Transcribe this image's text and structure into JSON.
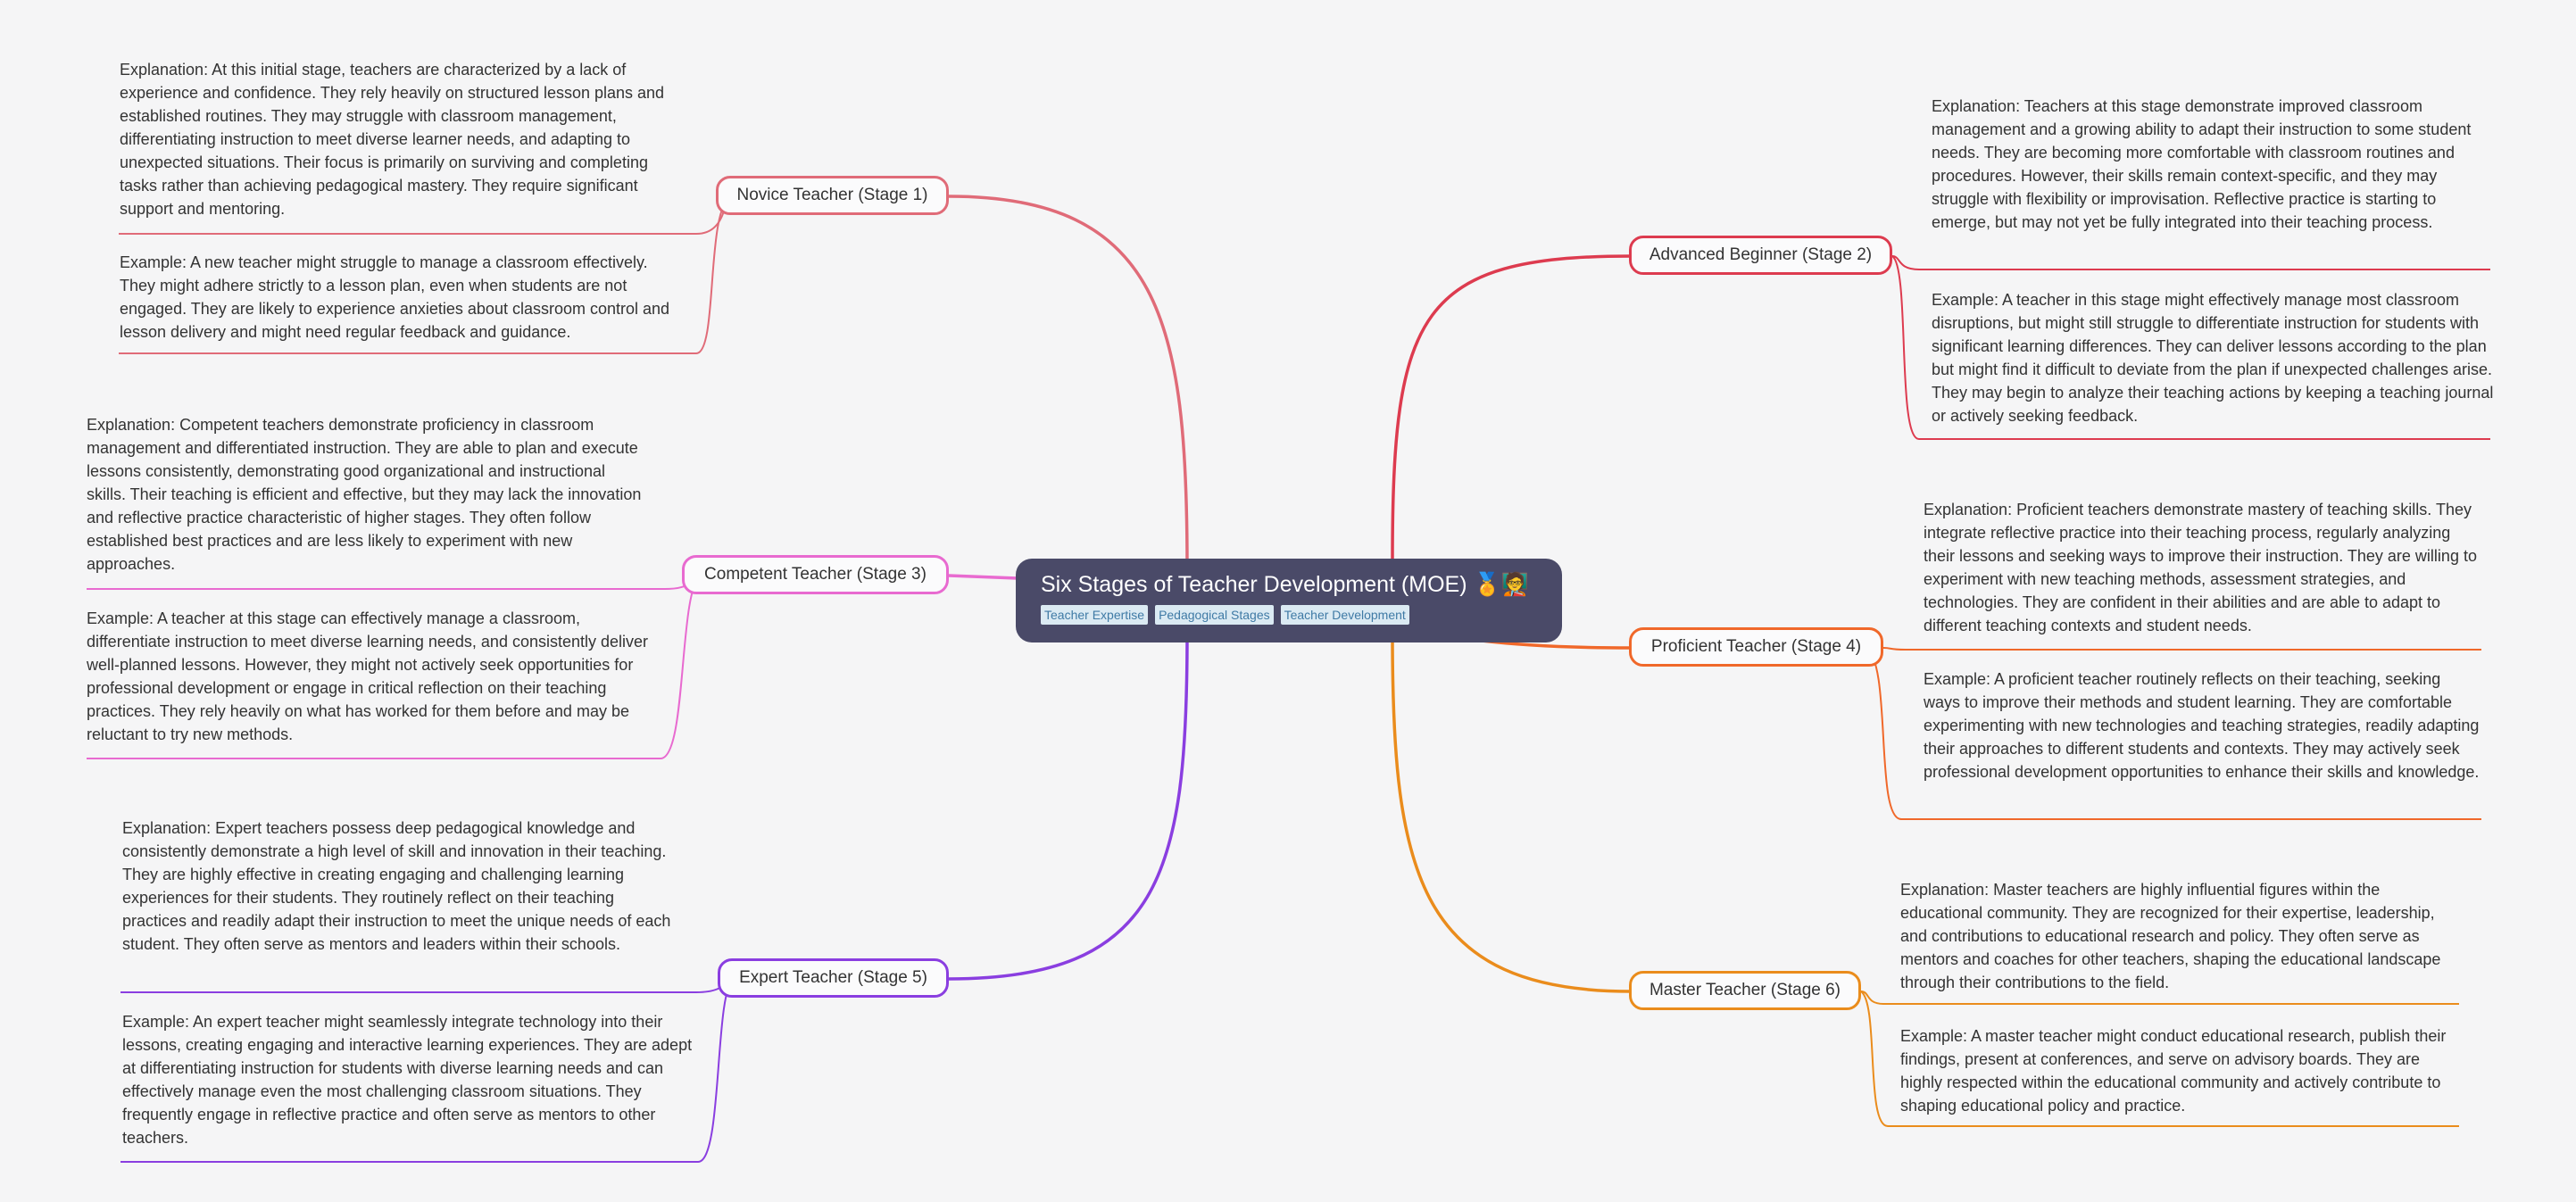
{
  "central": {
    "title": "Six Stages of Teacher Development (MOE) 🏅🧑‍🏫",
    "tags": [
      "Teacher Expertise",
      "Pedagogical Stages",
      "Teacher Development"
    ]
  },
  "stages": [
    {
      "label": "Novice Teacher (Stage 1)",
      "color": "#e06b78",
      "explanation": "Explanation: At this initial stage, teachers are characterized by a lack of experience and confidence.  They rely heavily on structured lesson plans and established routines.  They may struggle with classroom management, differentiating instruction to meet diverse learner needs, and adapting to unexpected situations.  Their focus is primarily on surviving and completing tasks rather than achieving pedagogical mastery.  They require significant support and mentoring.",
      "example": "Example: A new teacher might struggle to manage a classroom effectively.  They might adhere strictly to a lesson plan, even when students are not engaged. They are likely to experience anxieties about classroom control and lesson delivery and might need regular feedback and guidance."
    },
    {
      "label": "Advanced Beginner (Stage 2)",
      "color": "#dd3b4f",
      "explanation": "Explanation: Teachers at this stage demonstrate improved classroom management and a growing ability to adapt their instruction to some student needs. They are becoming more comfortable with classroom routines and procedures. However, their skills remain context-specific, and they may struggle with flexibility or improvisation. Reflective practice is starting to emerge, but may not yet be fully integrated into their teaching process.",
      "example": "Example: A teacher in this stage might effectively manage most classroom disruptions, but might still struggle to differentiate instruction for students with significant learning differences.  They can deliver lessons according to the plan but might find it difficult to deviate from the plan if unexpected challenges arise. They may begin to analyze their teaching actions by keeping a teaching journal or actively seeking feedback."
    },
    {
      "label": "Competent Teacher (Stage 3)",
      "color": "#e86ad0",
      "explanation": "Explanation:  Competent teachers demonstrate proficiency in classroom management and differentiated instruction. They are able to plan and execute lessons consistently, demonstrating good organizational and instructional skills.  Their teaching is efficient and effective, but they may lack the innovation and reflective practice characteristic of higher stages.  They often follow established best practices and are less likely to experiment with new approaches.",
      "example": "Example: A teacher at this stage can effectively manage a classroom, differentiate instruction to meet diverse learning needs, and consistently deliver well-planned lessons.  However, they might not actively seek opportunities for professional development or engage in critical reflection on their teaching practices. They rely heavily on what has worked for them before and may be reluctant to try new methods."
    },
    {
      "label": "Proficient Teacher (Stage 4)",
      "color": "#f0682a",
      "explanation": "Explanation:  Proficient teachers demonstrate mastery of teaching skills. They integrate reflective practice into their teaching process, regularly analyzing their lessons and seeking ways to improve their instruction. They are willing to experiment with new teaching methods, assessment strategies, and technologies. They are confident in their abilities and are able to adapt to different teaching contexts and student needs.",
      "example": "Example: A proficient teacher routinely reflects on their teaching, seeking ways to improve their methods and student learning. They are comfortable experimenting with new technologies and teaching strategies, readily adapting their approaches to different students and contexts. They may actively seek professional development opportunities to enhance their skills and knowledge."
    },
    {
      "label": "Expert Teacher (Stage 5)",
      "color": "#8a3ee0",
      "explanation": "Explanation: Expert teachers possess deep pedagogical knowledge and consistently demonstrate a high level of skill and innovation in their teaching. They are highly effective in creating engaging and challenging learning experiences for their students.  They routinely reflect on their teaching practices and readily adapt their instruction to meet the unique needs of each student.  They often serve as mentors and leaders within their schools.",
      "example": "Example: An expert teacher might seamlessly integrate technology into their lessons, creating engaging and interactive learning experiences. They are adept at differentiating instruction for students with diverse learning needs and can effectively manage even the most challenging classroom situations. They frequently engage in reflective practice and often serve as mentors to other teachers."
    },
    {
      "label": "Master Teacher (Stage 6)",
      "color": "#ea8c1c",
      "explanation": "Explanation: Master teachers are highly influential figures within the educational community.  They are recognized for their expertise, leadership, and contributions to educational research and policy.  They often serve as mentors and coaches for other teachers, shaping the educational landscape through their contributions to the field.",
      "example": "Example: A master teacher might conduct educational research, publish their findings, present at conferences, and serve on advisory boards. They are highly respected within the educational community and actively contribute to shaping educational policy and practice."
    }
  ]
}
